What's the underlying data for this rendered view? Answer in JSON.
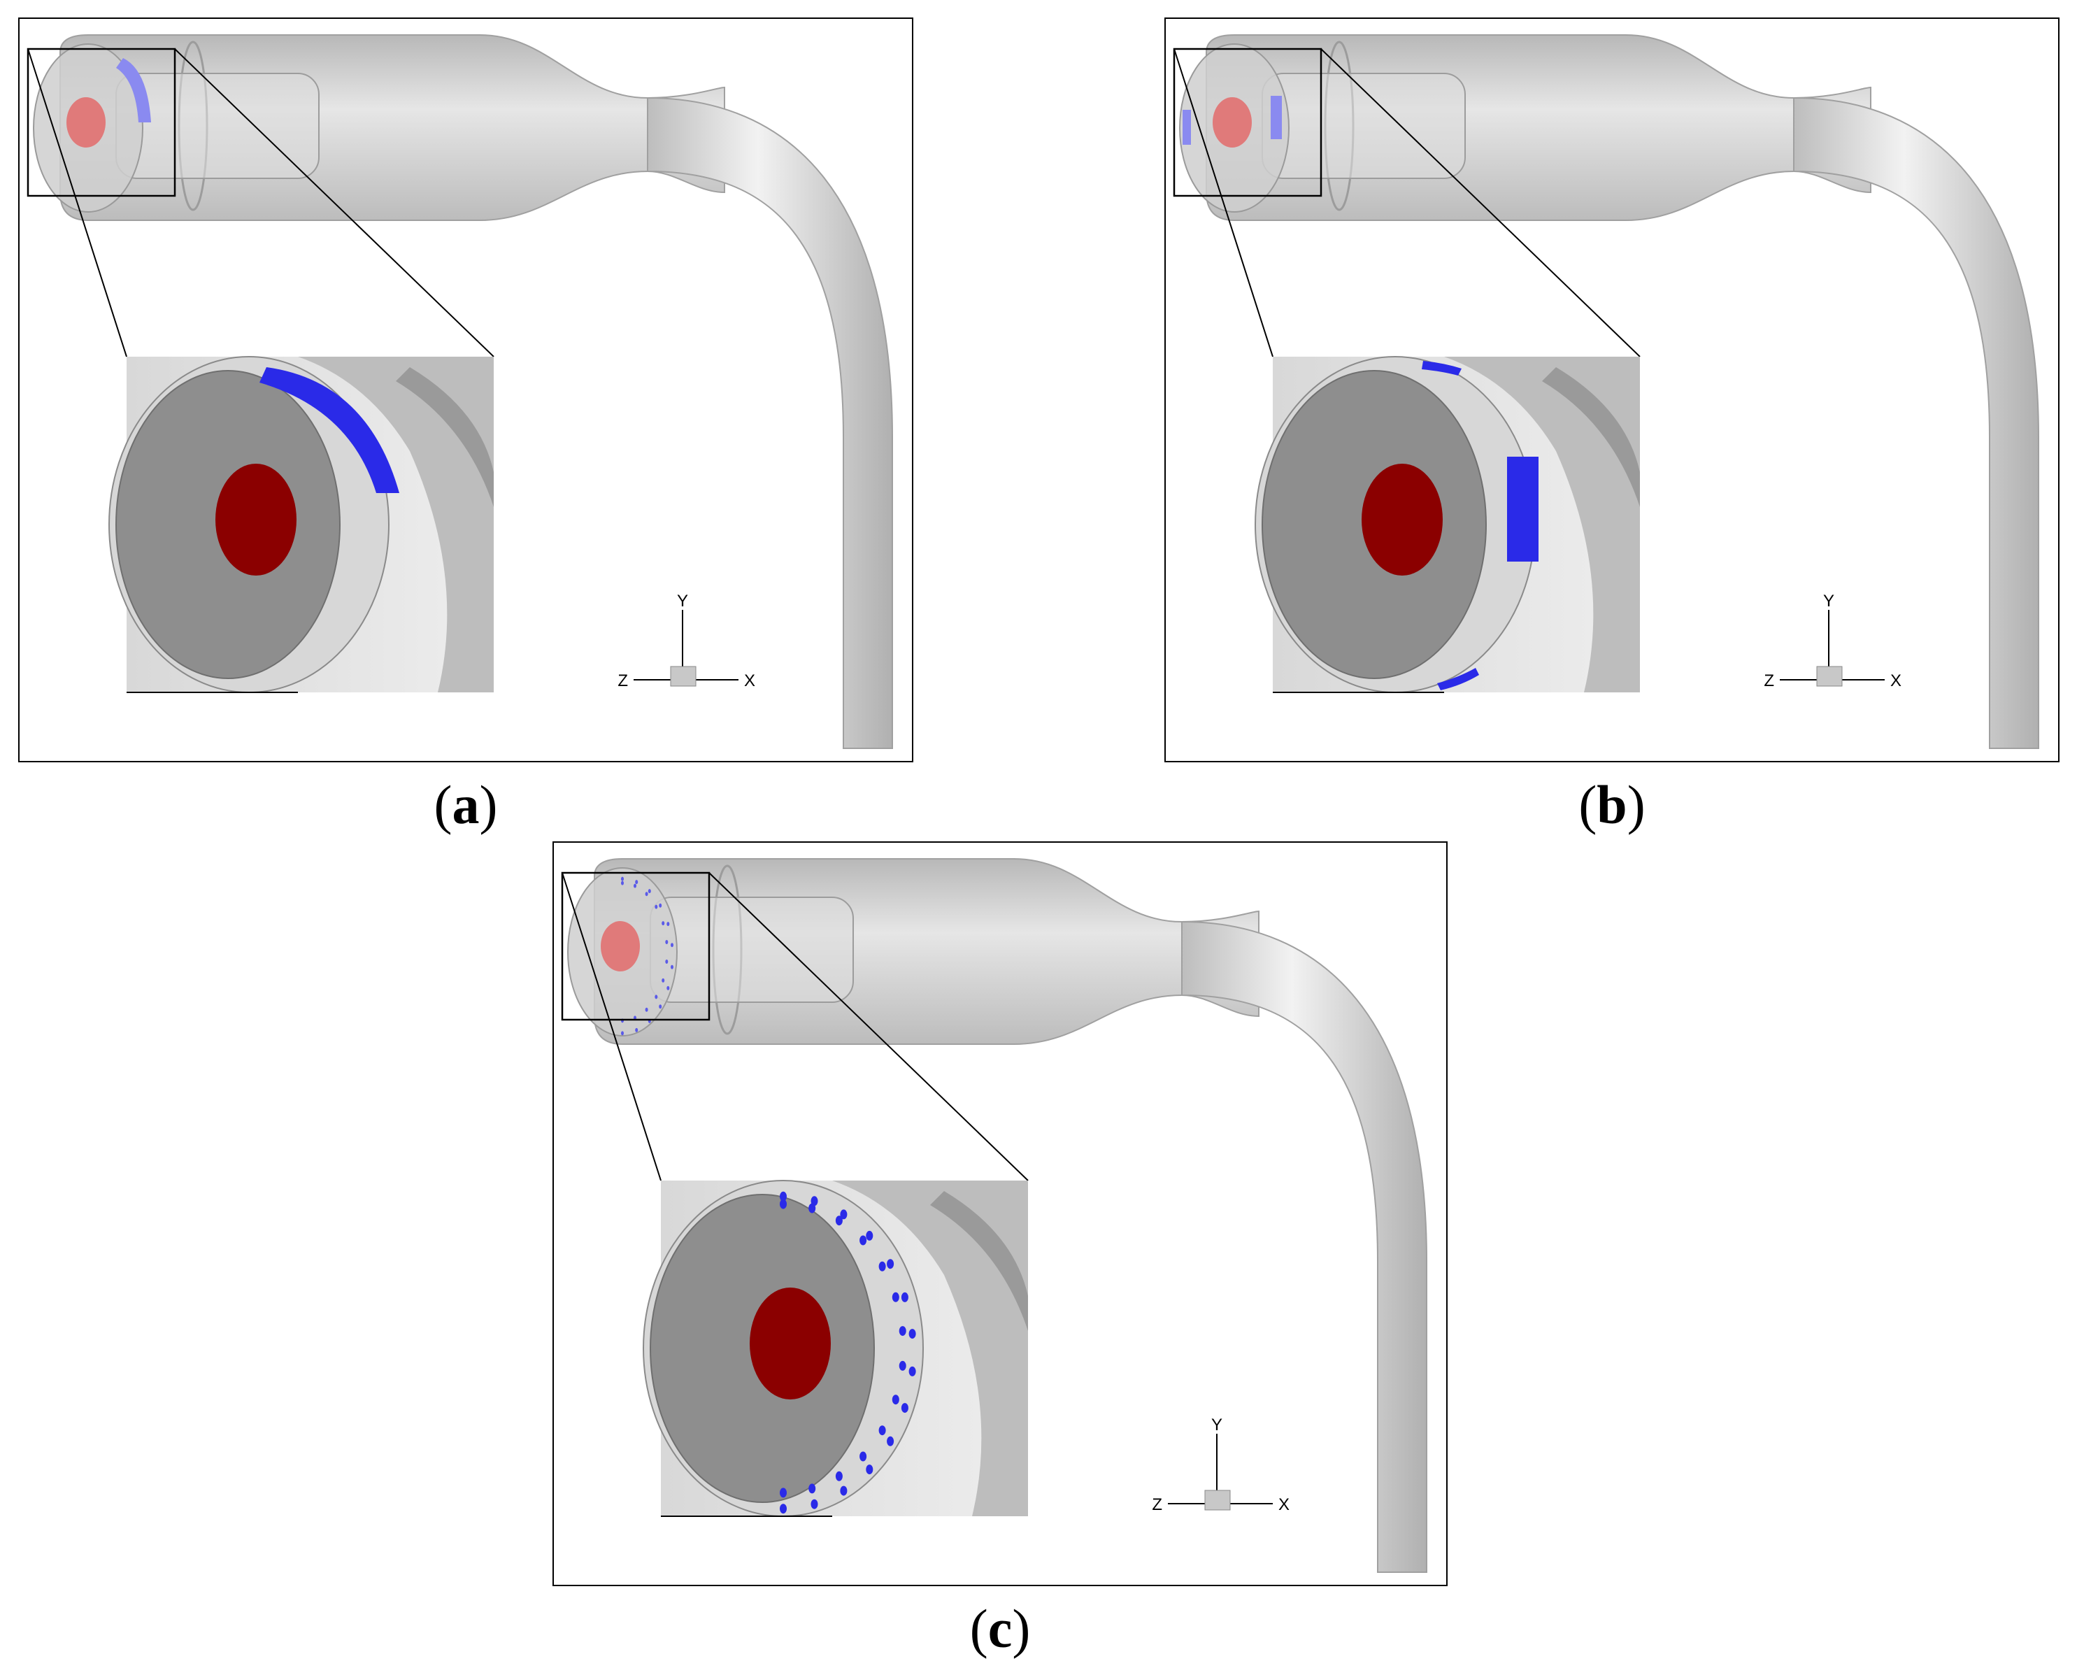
{
  "figure": {
    "panels": [
      {
        "id": "a",
        "caption_open": "(",
        "caption_letter": "a",
        "caption_close": ")",
        "inlet_pattern": "single-arc"
      },
      {
        "id": "b",
        "caption_open": "(",
        "caption_letter": "b",
        "caption_close": ")",
        "inlet_pattern": "four-segments"
      },
      {
        "id": "c",
        "caption_open": "(",
        "caption_letter": "c",
        "caption_close": ")",
        "inlet_pattern": "hole-array"
      }
    ],
    "axes": {
      "y": "Y",
      "z": "Z",
      "x": "X"
    },
    "colors": {
      "frame": "#000000",
      "body_gray": "#d2d2d2",
      "face_gray": "#8e8e8e",
      "fuel_inlet": "#8b0000",
      "fuel_inlet_transparent": "#e07a7a",
      "air_inlet": "#2a2ae8",
      "air_inlet_transparent": "#8a8af0"
    }
  }
}
